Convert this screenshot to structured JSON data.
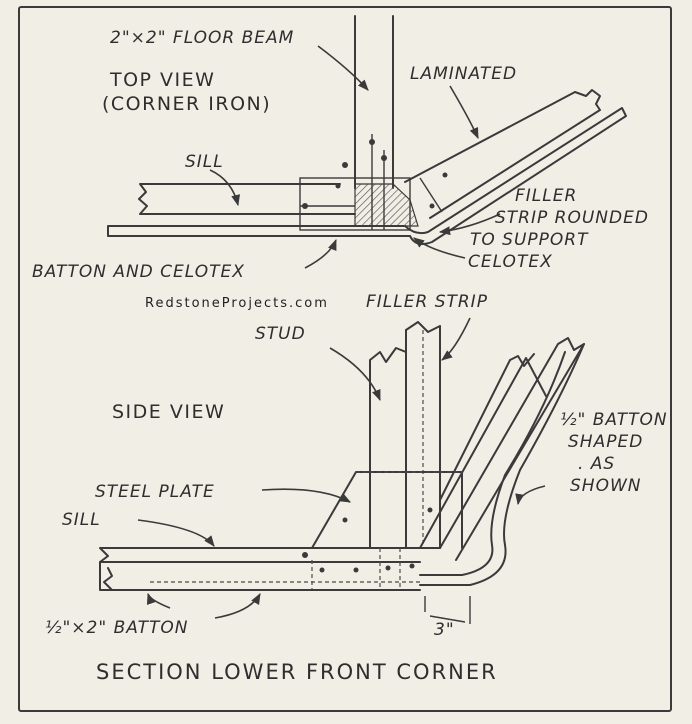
{
  "labels": {
    "floor_beam": "2\"×2\" FLOOR BEAM",
    "top_view": "TOP VIEW",
    "corner_iron": "(CORNER IRON)",
    "laminated": "LAMINATED",
    "sill_top": "SILL",
    "filler_rounded_1": "FILLER",
    "filler_rounded_2": "STRIP ROUNDED",
    "filler_rounded_3": "TO SUPPORT",
    "filler_rounded_4": "CELOTEX",
    "batton_celotex": "BATTON AND CELOTEX",
    "watermark": "RedstoneProjects.com",
    "filler_strip": "FILLER STRIP",
    "stud": "STUD",
    "side_view": "SIDE VIEW",
    "half_batton_1": "½\" BATTON",
    "half_batton_2": "SHAPED",
    "half_batton_3": ". AS",
    "half_batton_4": "SHOWN",
    "steel_plate": "STEEL PLATE",
    "sill_side": "SILL",
    "batton_size": "½\"×2\" BATTON",
    "dimension": "3\"",
    "caption": "SECTION LOWER FRONT CORNER"
  },
  "colors": {
    "paper": "#f1eee6",
    "ink": "#3a3a3a"
  }
}
